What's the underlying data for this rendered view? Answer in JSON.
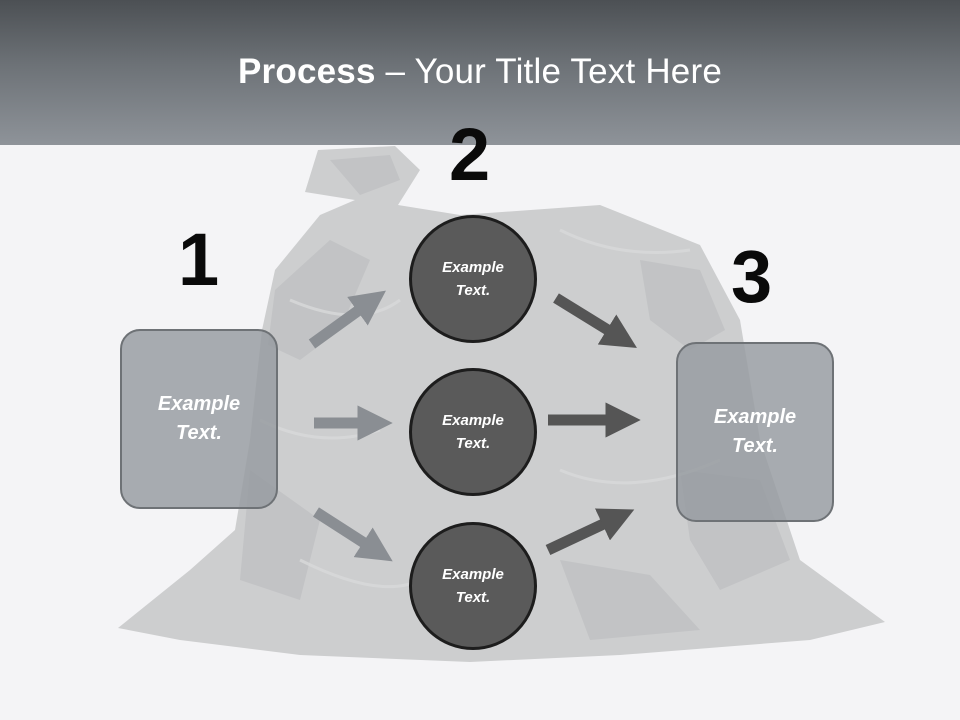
{
  "title": {
    "bold": "Process",
    "rest": " – Your Title Text Here"
  },
  "steps": {
    "one": {
      "number": "1",
      "text": "Example Text."
    },
    "two": {
      "number": "2"
    },
    "three": {
      "number": "3",
      "text": "Example Text."
    }
  },
  "circles": [
    "Example Text.",
    "Example Text.",
    "Example Text."
  ],
  "colors": {
    "header_dark": "#4c5054",
    "header_light": "#8e9399",
    "box_fill": "#969ba0",
    "circle_fill": "#5a5a5a",
    "arrow_light": "#8a8e93",
    "arrow_dark": "#555555"
  }
}
